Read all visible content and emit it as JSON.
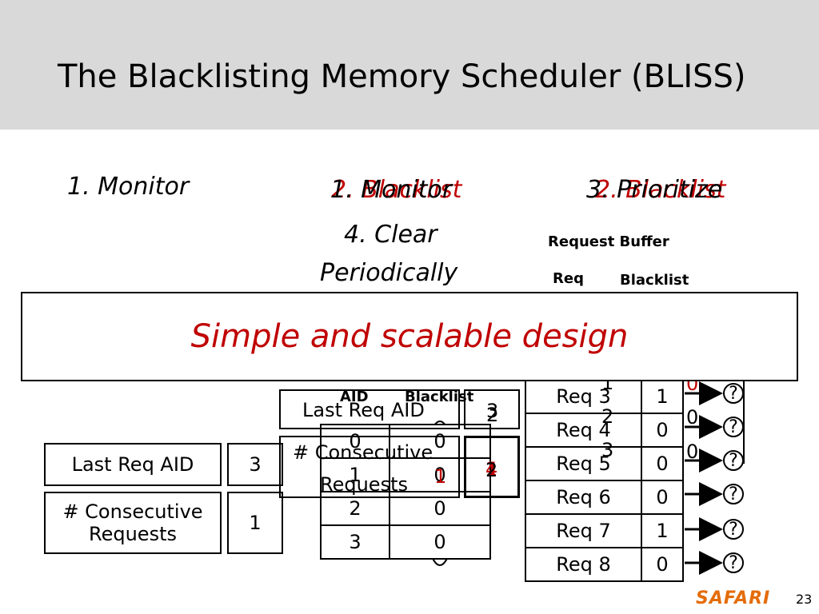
{
  "slide": {
    "title": "The Blacklisting Memory Scheduler (BLISS)",
    "page_number": "23",
    "logo_text": "SAFARI"
  },
  "steps": {
    "monitor": "1. Monitor",
    "blacklist_red": "2. Blacklist",
    "monitor_ghost": "1. Monitor",
    "prioritize": "3. Prioritize",
    "blacklist_red_ghost": "2. Blacklist",
    "clear_line1": "4. Clear",
    "clear_line2": "Periodically"
  },
  "banner": {
    "text": "Simple and scalable design"
  },
  "request_buffer": {
    "title": "Request Buffer",
    "col_req": "Req",
    "col_blacklist": "Blacklist",
    "rows": [
      {
        "req": "Req 3",
        "blacklist": "1"
      },
      {
        "req": "Req 4",
        "blacklist": "0"
      },
      {
        "req": "Req 5",
        "blacklist": "0"
      },
      {
        "req": "Req 6",
        "blacklist": "0"
      },
      {
        "req": "Req 7",
        "blacklist": "1"
      },
      {
        "req": "Req 8",
        "blacklist": "0"
      }
    ],
    "question_mark": "?"
  },
  "left_monitor": {
    "last_req_label": "Last Req AID",
    "last_req_value": "3",
    "consec_line1": "# Consecutive",
    "consec_line2": "Requests",
    "consec_value": "1"
  },
  "ghost_monitor": {
    "last_req_label": "Last Req AID",
    "consec_label_1": "# Consecutive",
    "consec_label_2": "Requests",
    "aid_header": "AID",
    "blacklist_header": "Blacklist",
    "top_value_a": "3",
    "top_value_b": "2",
    "big_value_red": "1",
    "big_value_a": "4",
    "big_value_b": "2"
  },
  "aid_table": {
    "rows": [
      {
        "aid": "0",
        "blacklist": "0"
      },
      {
        "aid": "1",
        "blacklist": "0"
      },
      {
        "aid": "2",
        "blacklist": "0"
      },
      {
        "aid": "3",
        "blacklist": "0"
      }
    ],
    "red_overlay_value": "1"
  },
  "ghost_small_numbers": {
    "n1": "1",
    "n2": "2",
    "n3": "3",
    "red0": "0",
    "z1": "0",
    "z2": "0"
  }
}
